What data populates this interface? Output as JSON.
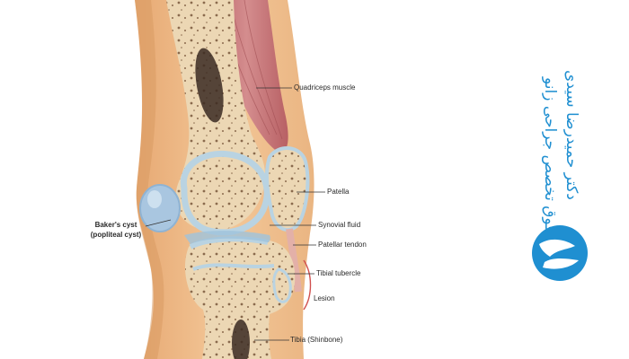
{
  "labels": {
    "quadriceps": "Quadriceps muscle",
    "patella": "Patella",
    "synovial": "Synovial fluid",
    "patellar_tendon": "Patellar tendon",
    "tibial_tubercle": "Tibial tubercle",
    "lesion": "Lesion",
    "tibia": "Tibia (Shinbone)",
    "bakers_cyst": "Baker's cyst",
    "popliteal_cyst": "(popliteal cyst)"
  },
  "brand": {
    "name": "دکتر حمیدرضا سیدی",
    "title": "فوق تخصص جراحی زانو",
    "color": "#1f8fd1"
  },
  "colors": {
    "skin": "#f0bf8a",
    "bone": "#ecd7b4",
    "cartilage": "#b9d3e2",
    "muscle": "#c8797b",
    "cyst": "#a9c6e0"
  },
  "icons": [
    "knee-logo-icon"
  ]
}
